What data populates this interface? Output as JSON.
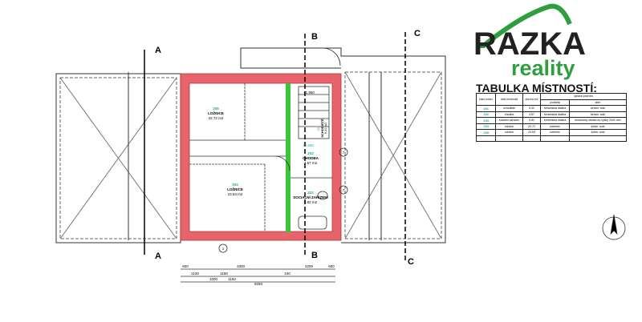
{
  "logo": {
    "name": "RAZKA",
    "sub": "reality",
    "green": "#2e9e3e"
  },
  "table": {
    "title": "TABULKA MÍSTNOSTÍ:",
    "headers": {
      "number": "číslo místn.",
      "purpose": "účel místnosti",
      "area": "plocha m2",
      "surface": "úprava povrchu",
      "floor": "podlaha",
      "walls": "stěn"
    },
    "rows": [
      {
        "number": "201",
        "purpose": "schodiště",
        "area": "5.32",
        "floor": "keramická dlažba",
        "walls": "keram. sokl"
      },
      {
        "number": "202",
        "purpose": "chodba",
        "area": "4.57",
        "floor": "keramická dlažba",
        "walls": "keram. sokl"
      },
      {
        "number": "203",
        "purpose": "sociální zařízení",
        "area": "5.82",
        "floor": "keramická dlažba",
        "walls": "keramický obklad do výšky 2000 mm"
      },
      {
        "number": "204",
        "purpose": "ložnice",
        "area": "22.72",
        "floor": "koberec",
        "walls": "kober. sokl"
      },
      {
        "number": "205",
        "purpose": "ložnice",
        "area": "23.53",
        "floor": "koberec",
        "walls": "kober. sokl"
      }
    ]
  },
  "rooms": [
    {
      "number": "205",
      "name": "LOŽNICE",
      "area": "22.72 m2"
    },
    {
      "number": "204",
      "name": "LOŽNICE",
      "area": "23.53 m2"
    },
    {
      "number": "202",
      "name": "CHODBA",
      "area": "4.57 m2"
    },
    {
      "number": "203",
      "name": "SOCIÁLNÍ ZAŘÍZENÍ",
      "area": "5.82 m2"
    },
    {
      "number": "201",
      "name": "SCHODIŠTĚ",
      "area": "5.32 m2"
    }
  ],
  "levels": [
    "+1.950",
    "+2.500"
  ],
  "sections": [
    "A",
    "B",
    "C"
  ],
  "grid_marks": [
    "1",
    "7"
  ],
  "dimensions": {
    "row1": [
      "600",
      "3300",
      "2200",
      "600"
    ],
    "row2": [
      "1100",
      "1150",
      "1000",
      "1150",
      "100"
    ],
    "total": "9250"
  },
  "colors": {
    "wall": "#e8646c",
    "insulation": "#3cc43c",
    "accent": "#1aa8a0"
  }
}
